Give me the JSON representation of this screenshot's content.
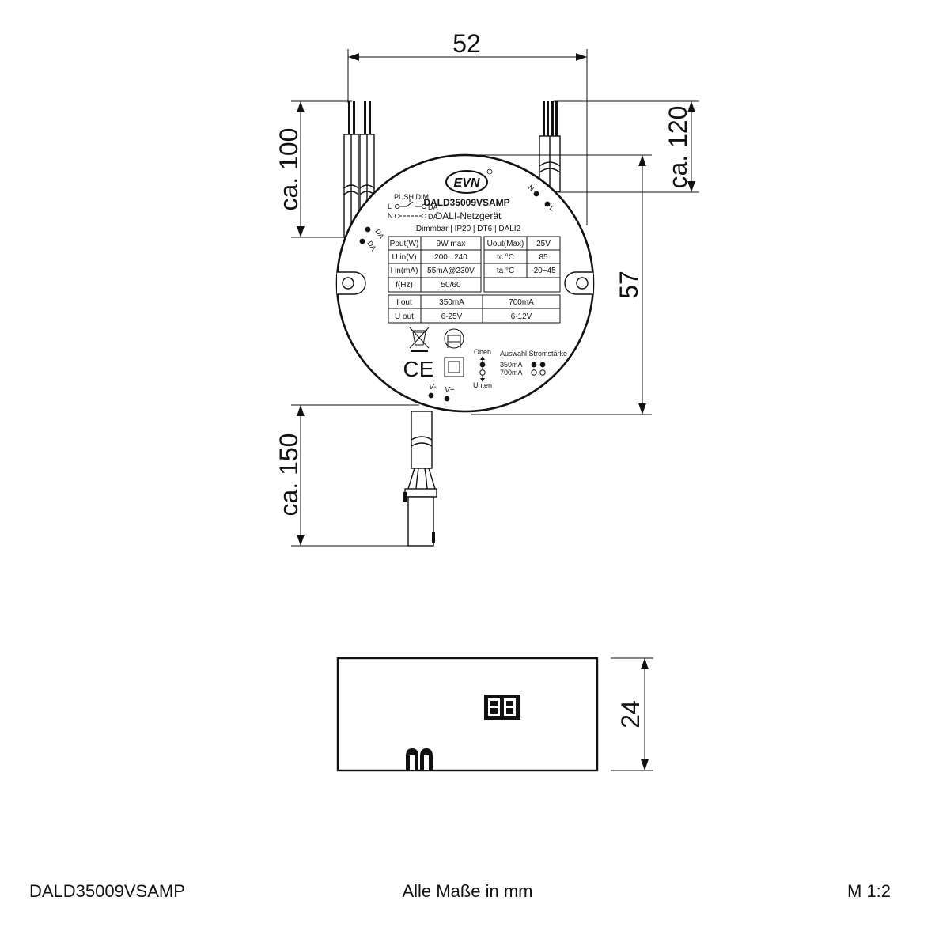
{
  "dimensions": {
    "width": "52",
    "lead_top_left": "ca. 100",
    "lead_top_right": "ca. 120",
    "height_right": "57",
    "lead_bottom": "ca. 150",
    "depth": "24"
  },
  "label": {
    "logo": "EVN",
    "model": "DALD35009VSAMP",
    "subtitle": "DALI-Netzgerät",
    "features": "Dimmbar | IP20 | DT6 | DALI2",
    "push_dim": "PUSH DIM",
    "switch_l": "L",
    "switch_n": "N",
    "switch_da1": "DA",
    "switch_da2": "DA",
    "term_n": "N",
    "term_l": "L",
    "term_da1": "DA",
    "term_da2": "DA",
    "term_vminus": "V-",
    "term_vplus": "V+",
    "specs_left": [
      [
        "Pout(W)",
        "9W max"
      ],
      [
        "U in(V)",
        "200...240"
      ],
      [
        "I in(mA)",
        "55mA@230V"
      ],
      [
        "f(Hz)",
        "50/60"
      ]
    ],
    "specs_right": [
      [
        "Uout(Max)",
        "25V"
      ],
      [
        "tc °C",
        "85"
      ],
      [
        "ta °C",
        "-20~45"
      ]
    ],
    "output_table": [
      [
        "I out",
        "350mA",
        "700mA"
      ],
      [
        "U out",
        "6-25V",
        "6-12V"
      ]
    ],
    "ce_mark": "CE",
    "switch_title": "Auswahl Stromstärke",
    "switch_top": "Oben",
    "switch_bottom": "Unten",
    "switch_opt1": "350mA",
    "switch_opt2": "700mA"
  },
  "footer": {
    "model": "DALD35009VSAMP",
    "units_note": "Alle Maße in mm",
    "scale": "M 1:2"
  }
}
